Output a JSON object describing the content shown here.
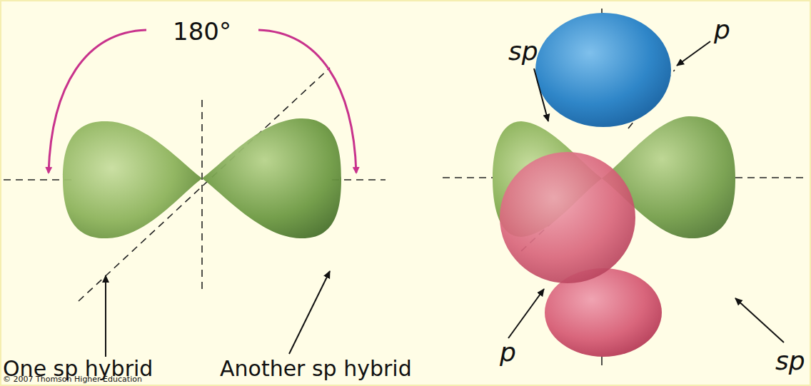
{
  "diagram": {
    "labels": [
      "180°",
      "One sp hybrid",
      "Another sp hybrid",
      "sp",
      "p",
      "sp",
      "p",
      "© 2007 Thomson Higher Education"
    ]
  }
}
